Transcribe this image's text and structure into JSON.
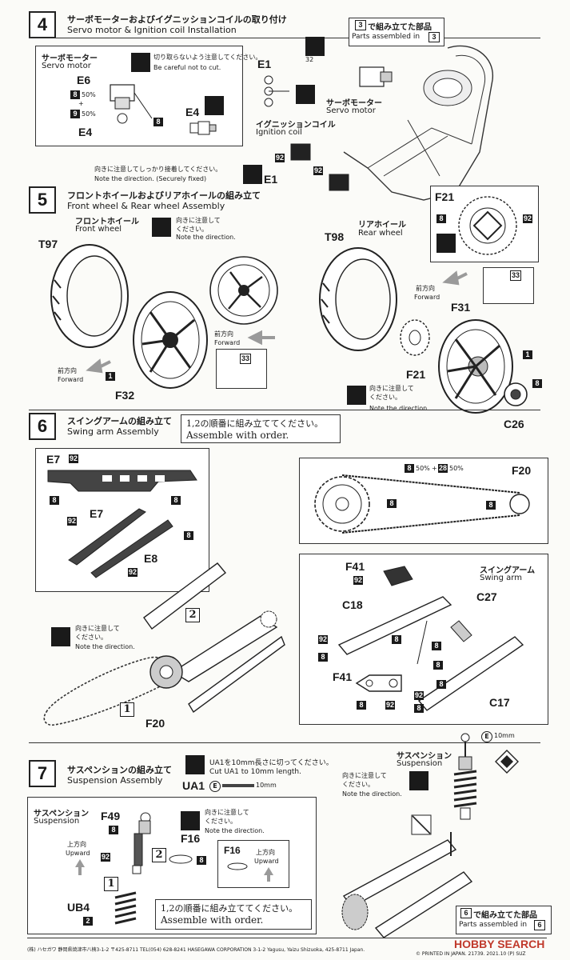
{
  "step4": {
    "number": "4",
    "title_jp": "サーボモーターおよびイグニッションコイルの取り付け",
    "title_en": "Servo motor & Ignition coil Installation",
    "servo_jp": "サーボモーター",
    "servo_en": "Servo motor",
    "caution_jp": "切り取らないよう注意してください。",
    "caution_en": "Be careful not to cut.",
    "parts": {
      "e6": "E6",
      "e4": "E4",
      "e4b": "E4",
      "e1": "E1",
      "e1b": "E1"
    },
    "ratio1": "50%",
    "ratio2": "50%",
    "plus": "+",
    "assembled_prefix": "3",
    "assembled_jp": "で組み立てた部品",
    "assembled_en": "Parts assembled in",
    "assembled_suffix": "3",
    "servo2_jp": "サーボモーター",
    "servo2_en": "Servo motor",
    "coil_jp": "イグニッションコイル",
    "coil_en": "Ignition coil",
    "direction_jp": "向きに注意してしっかり接着してください。",
    "direction_en": "Note the direction. (Securely fixed)",
    "n32": "32"
  },
  "step5": {
    "number": "5",
    "title_jp": "フロントホイールおよびリアホイールの組み立て",
    "title_en": "Front wheel & Rear wheel Assembly",
    "front_jp": "フロントホイール",
    "front_en": "Front wheel",
    "rear_jp": "リアホイール",
    "rear_en": "Rear wheel",
    "note1_jp": "向きに注意して\nください。",
    "note1_en": "Note the direction.",
    "note2_jp": "向きに注意して\nください。",
    "note2_en": "Note the direction.",
    "forward_jp": "前方向",
    "forward_en": "Forward",
    "forward2_jp": "前方向",
    "forward2_en": "Forward",
    "forward3_jp": "前方向",
    "forward3_en": "Forward",
    "parts": {
      "t97": "T97",
      "t98": "T98",
      "f32": "F32",
      "f31": "F31",
      "f21": "F21",
      "f21b": "F21",
      "c26": "C26"
    },
    "n33": "33",
    "n33b": "33"
  },
  "step6": {
    "number": "6",
    "title_jp": "スイングアームの組み立て",
    "title_en": "Swing arm Assembly",
    "order_jp": "1,2の順番に組み立ててください。",
    "order_en": "Assemble with order.",
    "parts": {
      "e7": "E7",
      "e7b": "E7",
      "e8": "E8",
      "f20": "F20",
      "f20b": "F20",
      "f41": "F41",
      "f41b": "F41",
      "c18": "C18",
      "c27": "C27",
      "c17": "C17"
    },
    "swing_jp": "スイングアーム",
    "swing_en": "Swing arm",
    "note_jp": "向きに注意して\nください。",
    "note_en": "Note the direction.",
    "ratio_a": "50%",
    "ratio_plus": "+",
    "n28": "28",
    "ratio_b": "50%",
    "order1": "1",
    "order2": "2"
  },
  "step7": {
    "number": "7",
    "title_jp": "サスペンションの組み立て",
    "title_en": "Suspension Assembly",
    "cut_jp": "UA1を10mm長さに切ってください。",
    "cut_en": "Cut UA1 to 10mm length.",
    "ua1": "UA1",
    "e_mark": "E",
    "len": "10mm",
    "len2": "10mm",
    "susp_jp": "サスペンション",
    "susp_en": "Suspension",
    "susp2_jp": "サスペンション",
    "susp2_en": "Suspension",
    "note_jp": "向きに注意して\nください。",
    "note_en": "Note the direction.",
    "note2_jp": "向きに注意して\nください。",
    "note2_en": "Note the direction.",
    "upward_jp": "上方向",
    "upward_en": "Upward",
    "upward2_jp": "上方向",
    "upward2_en": "Upward",
    "parts": {
      "f49": "F49",
      "f16": "F16",
      "f16b": "F16",
      "ub4": "UB4"
    },
    "order_jp": "1,2の順番に組み立ててください。",
    "order_en": "Assemble with order.",
    "assembled_prefix": "6",
    "assembled_jp": "で組み立てた部品",
    "assembled_en": "Parts assembled in",
    "assembled_suffix": "6",
    "order1": "1",
    "order2": "2"
  },
  "numbers": {
    "n8": "8",
    "n9": "9",
    "n92": "92",
    "n1": "1",
    "n2": "2"
  },
  "footer": {
    "left": "(株) ハセガワ 静岡県焼津市八楠3-1-2 〒425-8711 TEL(054) 628-8241 HASEGAWA CORPORATION 3-1-2 Yagusu, Yaizu Shizuoka, 425-8711 Japan.",
    "printed": "© PRINTED IN JAPAN. 21739. 2021.10 (P) SUZ",
    "brand": "HOBBY SEARCH"
  },
  "colors": {
    "ink": "#1a1a1a",
    "paper": "#fbfbf8",
    "arrow_gray": "#9a9a9a",
    "brand_red": "#c0392b"
  }
}
